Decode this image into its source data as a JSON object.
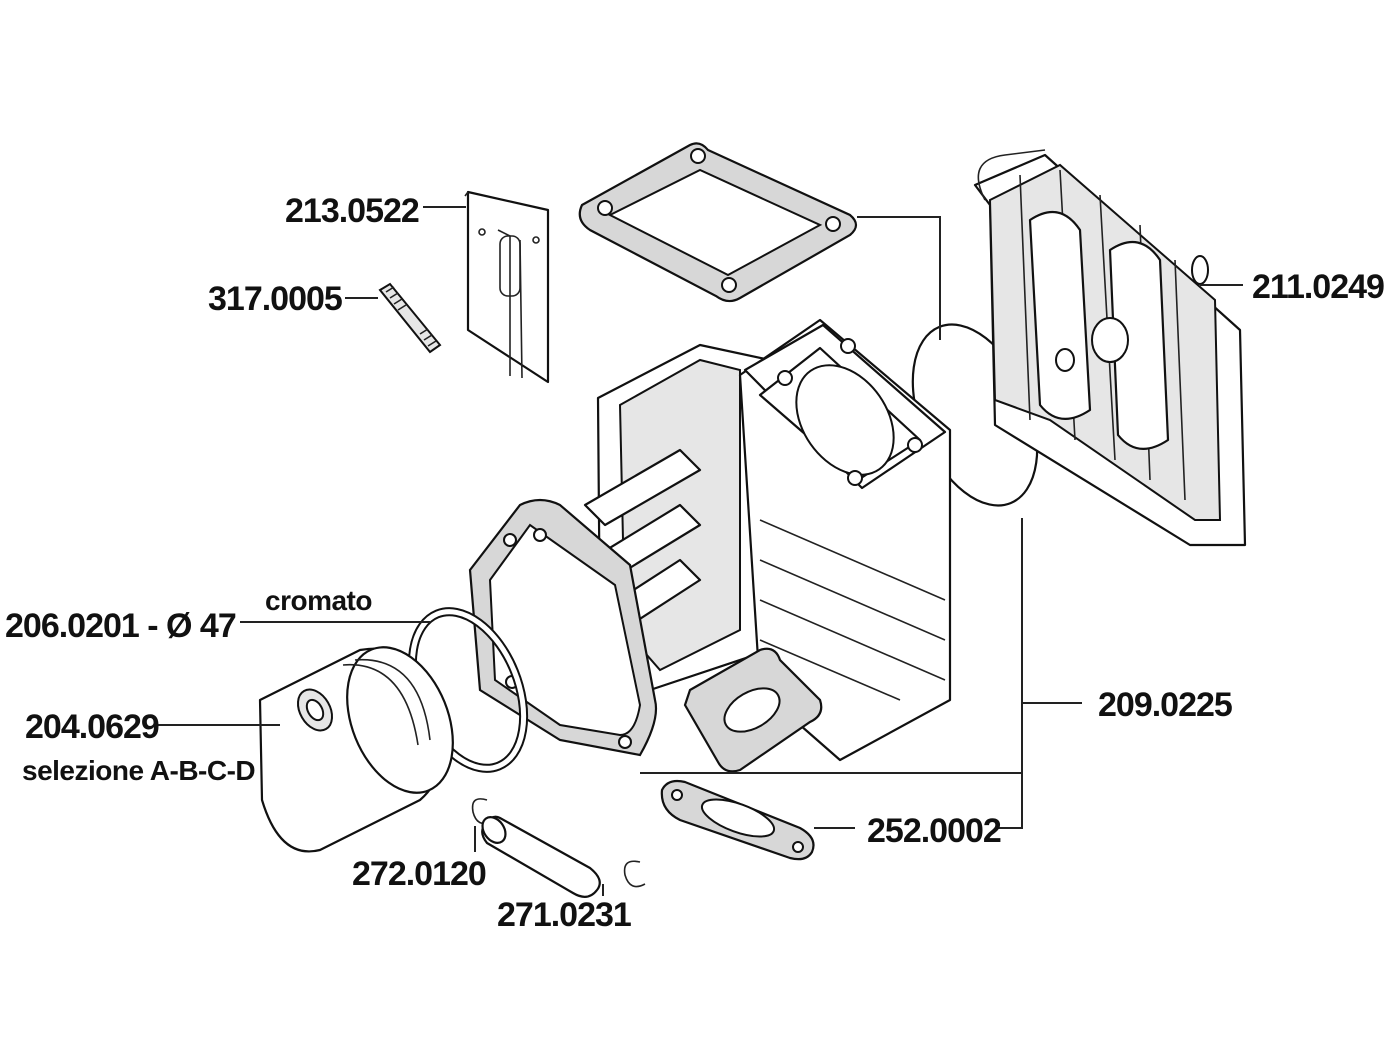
{
  "labels": {
    "reed_valve": "213.0522",
    "stud": "317.0005",
    "cylinder_head": "211.0249",
    "piston_ring": "206.0201 - Ø 47",
    "piston_ring_note": "cromato",
    "piston": "204.0629",
    "piston_note": "selezione A-B-C-D",
    "cylinder_kit": "209.0225",
    "exhaust_gasket": "252.0002",
    "circlip": "272.0120",
    "piston_pin": "271.0231"
  }
}
